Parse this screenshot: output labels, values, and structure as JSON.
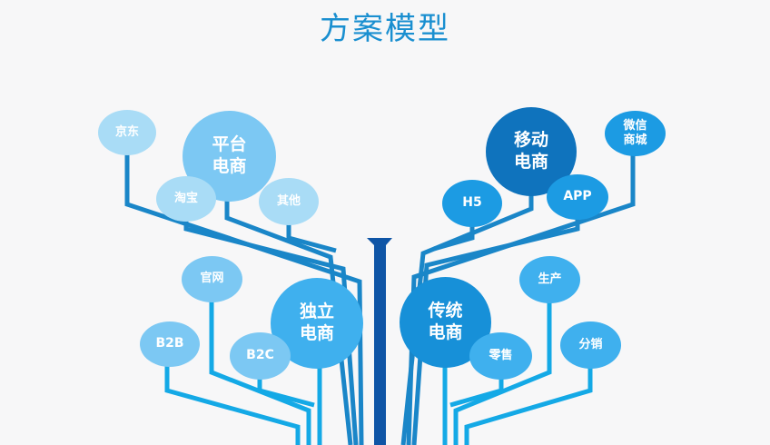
{
  "title": "方案模型",
  "colors": {
    "trunk": "#0f55a6",
    "branch_blue": "#1a86c8",
    "branch_cyan": "#14a9e6",
    "node_lightest": "#a9dcf6",
    "node_light": "#7cc8f3",
    "node_mid": "#3fb0ee",
    "node_bright": "#1c9be3",
    "node_dark": "#0f73bd"
  },
  "hubs": {
    "platform": "平台\n电商",
    "mobile": "移动\n电商",
    "independent": "独立\n电商",
    "traditional": "传统\n电商"
  },
  "leaves": {
    "jingdong": "京东",
    "taobao": "淘宝",
    "other": "其他",
    "wechat_mall": "微信\n商城",
    "h5": "H5",
    "app": "APP",
    "official_site": "官网",
    "b2b": "B2B",
    "b2c": "B2C",
    "production": "生产",
    "retail": "零售",
    "distribution": "分销"
  }
}
